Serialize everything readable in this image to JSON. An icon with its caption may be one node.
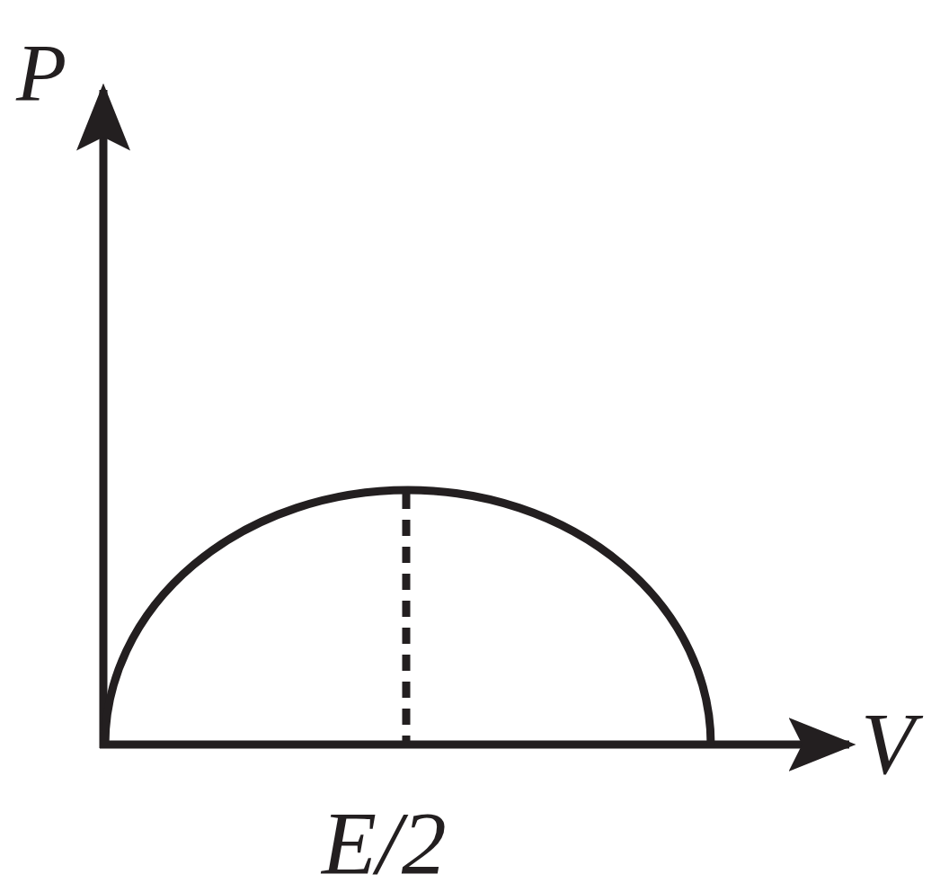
{
  "diagram": {
    "labels": [
      "P",
      "V",
      "E/2"
    ]
  }
}
